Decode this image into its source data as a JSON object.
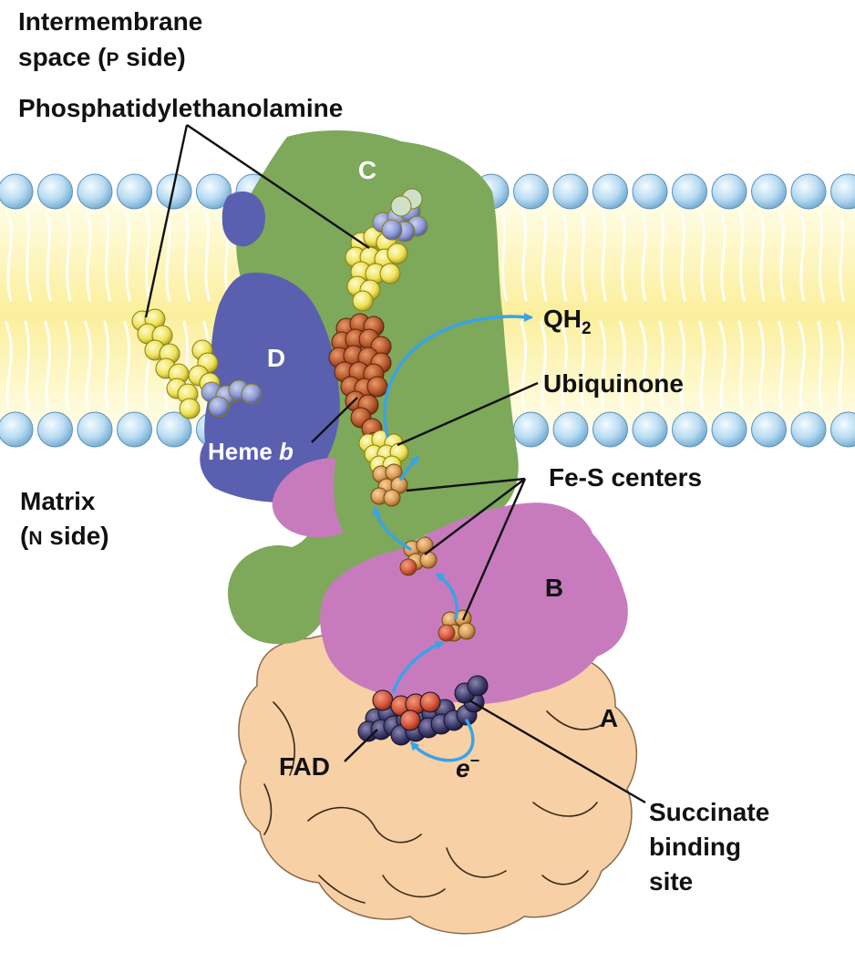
{
  "labels": {
    "intermembrane_line1": "Intermembrane",
    "intermembrane_line2_prefix": "space (",
    "intermembrane_side_letter": "P",
    "intermembrane_side_word": " side)",
    "phosphatidylethanolamine": "Phosphatidylethanolamine",
    "matrix_line1": "Matrix",
    "matrix_line2_prefix": "(",
    "matrix_side_letter": "N",
    "matrix_side_word": " side)",
    "qh2_main": "QH",
    "qh2_sub": "2",
    "ubiquinone": "Ubiquinone",
    "fes_centers": "Fe-S centers",
    "heme_b_prefix": "Heme ",
    "heme_b_italic": "b",
    "fad": "FAD",
    "electron": "e",
    "electron_superscript": "−",
    "succinate_line1": "Succinate",
    "succinate_line2": "binding",
    "succinate_line3": "site"
  },
  "subunits": {
    "A": "A",
    "B": "B",
    "C": "C",
    "D": "D"
  },
  "colors": {
    "subunit_A": "#f8d0a6",
    "subunit_B": "#c77bbd",
    "subunit_C": "#7ea85a",
    "subunit_D": "#5a5fb0",
    "membrane_core": "#fbf0a8",
    "lipid_head": "#b9dcf2",
    "heme": "#b8592e",
    "ubiquinone": "#e9d545",
    "phospholipid": "#f2ee7a",
    "fes_cluster": "#d89a55",
    "fad": "#3f3c6e",
    "electron_path": "#3aa3e6"
  },
  "icons": [
    "electron-path-arrow",
    "heme-b-molecule",
    "ubiquinone-molecule",
    "fe-s-cluster",
    "fad-molecule",
    "phospholipid-molecule"
  ]
}
